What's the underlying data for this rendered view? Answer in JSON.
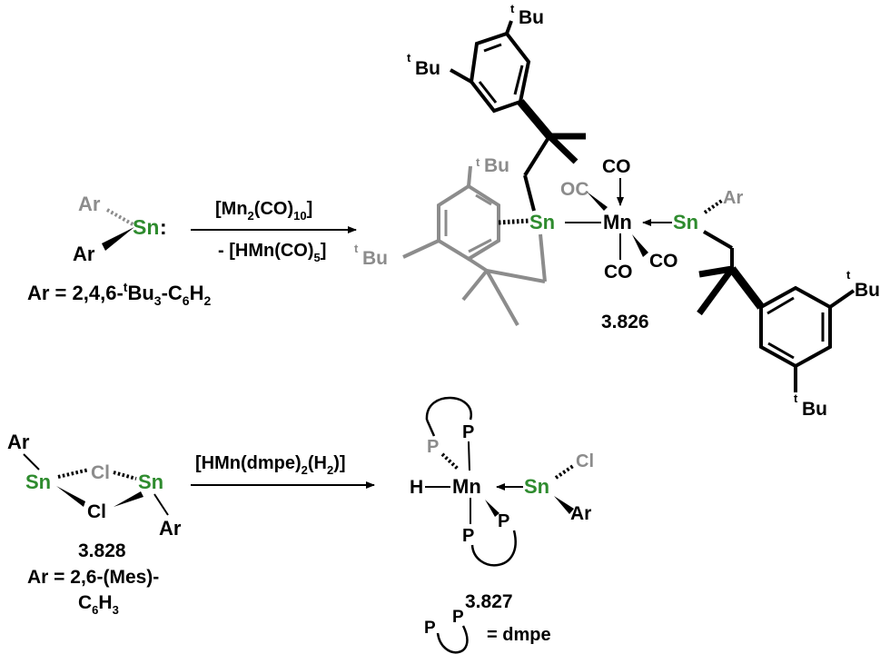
{
  "colors": {
    "bond": "#000000",
    "grey": "#8c8c8c",
    "tin": "#2e8b2e"
  },
  "reaction1": {
    "reagent": "[Mn",
    "reagent_sub1": "2",
    "reagent_mid": "(CO)",
    "reagent_sub2": "10",
    "reagent_end": "]",
    "byproduct": "- [HMn(CO)",
    "byproduct_sub": "5",
    "byproduct_end": "]",
    "ar_def": "Ar = 2,4,6-",
    "ar_def_sup": "t",
    "ar_def_mid": "Bu",
    "ar_def_sub": "3",
    "ar_def_mid2": "-C",
    "ar_def_sub2": "6",
    "ar_def_end": "H",
    "ar_def_sub3": "2",
    "product_label": "3.826"
  },
  "reaction2": {
    "reagent": "[HMn(dmpe)",
    "reagent_sub1": "2",
    "reagent_mid": "(H",
    "reagent_sub2": "2",
    "reagent_end": ")]",
    "reactant_label": "3.828",
    "ar_def_line1": "Ar = 2,6-(Mes)-",
    "ar_def_line2": "C",
    "ar_def_sub1": "6",
    "ar_def_line2b": "H",
    "ar_def_sub2": "3",
    "product_label": "3.827"
  },
  "atoms": {
    "sn": "Sn",
    "mn": "Mn",
    "ar": "Ar",
    "cl": "Cl",
    "co": "CO",
    "oc": "OC",
    "p": "P",
    "h": "H",
    "t": "t",
    "bu": "Bu",
    "colon": ":"
  },
  "legend": {
    "dmpe": "= dmpe"
  }
}
